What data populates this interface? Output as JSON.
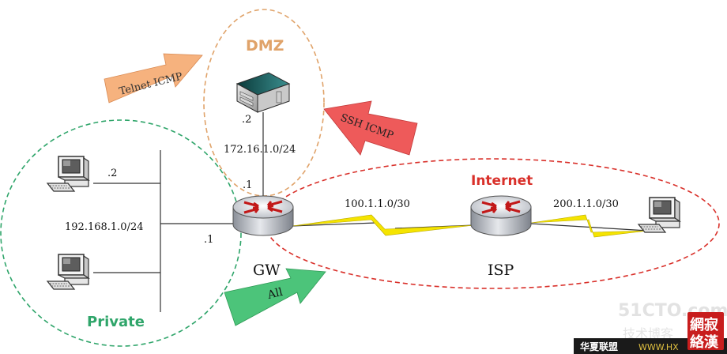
{
  "zones": {
    "dmz": "DMZ",
    "private": "Private",
    "internet": "Internet"
  },
  "networks": {
    "dmz_subnet": "172.16.1.0/24",
    "private_subnet": "192.168.1.0/24",
    "gw_isp_link": "100.1.1.0/30",
    "isp_host_link": "200.1.1.0/30"
  },
  "hosts": {
    "dmz_server_addr": ".2",
    "pc_top_addr": ".2",
    "gw_dmz_addr": ".1",
    "gw_private_addr": ".1"
  },
  "devices": {
    "gateway": "GW",
    "isp": "ISP"
  },
  "arrows": {
    "telnet": "Telnet ICMP",
    "ssh": "SSH ICMP",
    "all": "All"
  },
  "watermark": {
    "site": "51CTO.com",
    "tagline": "技术博客",
    "footer": "华夏联盟",
    "url": "WWW.HX",
    "seal": "網絡寂漢"
  },
  "colors": {
    "dmz_zone": "#e0a36a",
    "private_zone": "#2fa56a",
    "internet_zone": "#d9302a",
    "telnet_arrow": "#f6b27e",
    "ssh_arrow": "#ee5a5a",
    "all_arrow": "#4cc47a",
    "serial_link": "#f5e400"
  }
}
